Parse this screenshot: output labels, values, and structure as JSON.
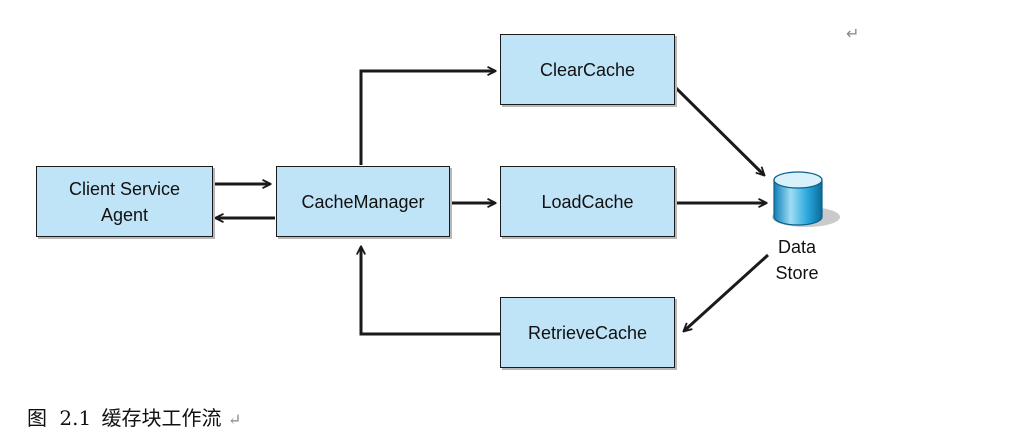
{
  "diagram": {
    "nodes": {
      "clear_cache": "ClearCache",
      "load_cache": "LoadCache",
      "retrieve_cache": "RetrieveCache",
      "cache_manager": "CacheManager",
      "client_agent_line1": "Client Service",
      "client_agent_line2": "Agent",
      "data_store_line1": "Data",
      "data_store_line2": "Store"
    },
    "colors": {
      "box_fill": "#bfe3f7",
      "cylinder": "#2aa7dc",
      "line": "#1a1a1a"
    }
  },
  "caption": {
    "prefix": "图",
    "number": "2.1",
    "text": "缓存块工作流",
    "return_mark": "↵"
  },
  "top_right_mark": "↵"
}
